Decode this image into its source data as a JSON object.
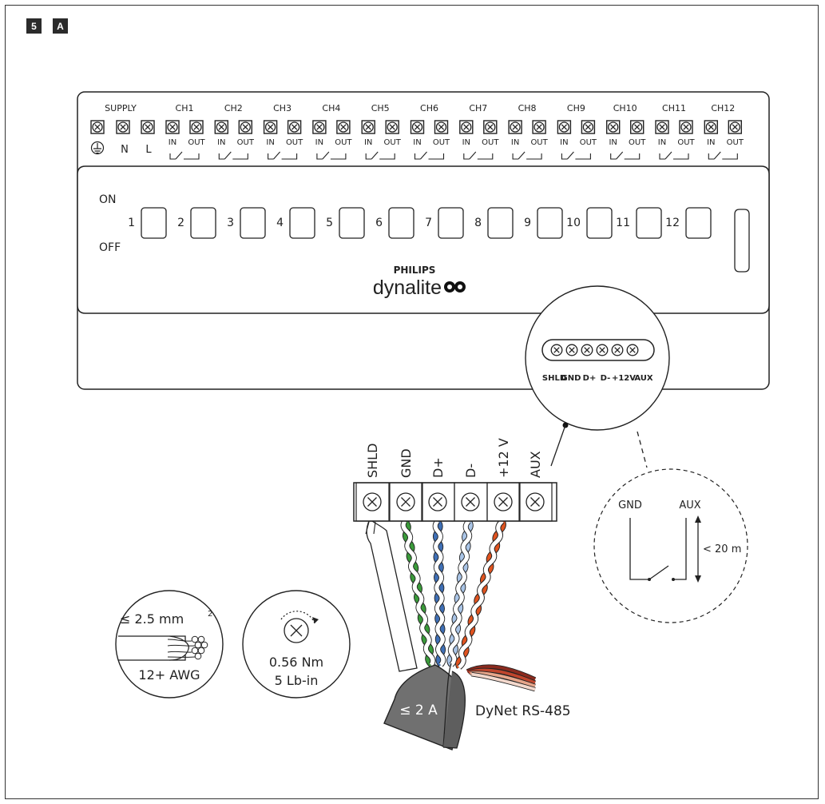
{
  "badges": [
    "5",
    "A"
  ],
  "device": {
    "supply_label": "SUPPLY",
    "supply_terminals": [
      "N",
      "L"
    ],
    "channels": [
      "CH1",
      "CH2",
      "CH3",
      "CH4",
      "CH5",
      "CH6",
      "CH7",
      "CH8",
      "CH9",
      "CH10",
      "CH11",
      "CH12"
    ],
    "io_labels": [
      "IN",
      "OUT"
    ],
    "switch_numbers": [
      "1",
      "2",
      "3",
      "4",
      "5",
      "6",
      "7",
      "8",
      "9",
      "10",
      "11",
      "12"
    ],
    "on_label": "ON",
    "off_label": "OFF",
    "brand_top": "PHILIPS",
    "brand_name": "dynalite",
    "dynet_port_labels": [
      "SHLD",
      "GND",
      "D+",
      "D-",
      "+12V",
      "AUX"
    ]
  },
  "connector": {
    "labels": [
      "SHLD",
      "GND",
      "D+",
      "D-",
      "+12 V",
      "AUX"
    ]
  },
  "wire_colors": {
    "shield": "#ffffff",
    "gnd": "#3a9a3a",
    "dplus": "#3f6fb5",
    "dminus": "#a9c4e6",
    "v12": "#e0531f",
    "sheath": "#6e6e6e"
  },
  "aux_detail": {
    "gnd_label": "GND",
    "aux_label": "AUX",
    "distance": "< 20 m"
  },
  "wire_spec": {
    "gauge": "≤ 2.5 mm",
    "gauge_sup": "2",
    "awg": "12+ AWG"
  },
  "torque_spec": {
    "nm": "0.56 Nm",
    "lbin": "5 Lb-in"
  },
  "current_label": "≤ 2 A",
  "cable_label": "DyNet RS-485"
}
